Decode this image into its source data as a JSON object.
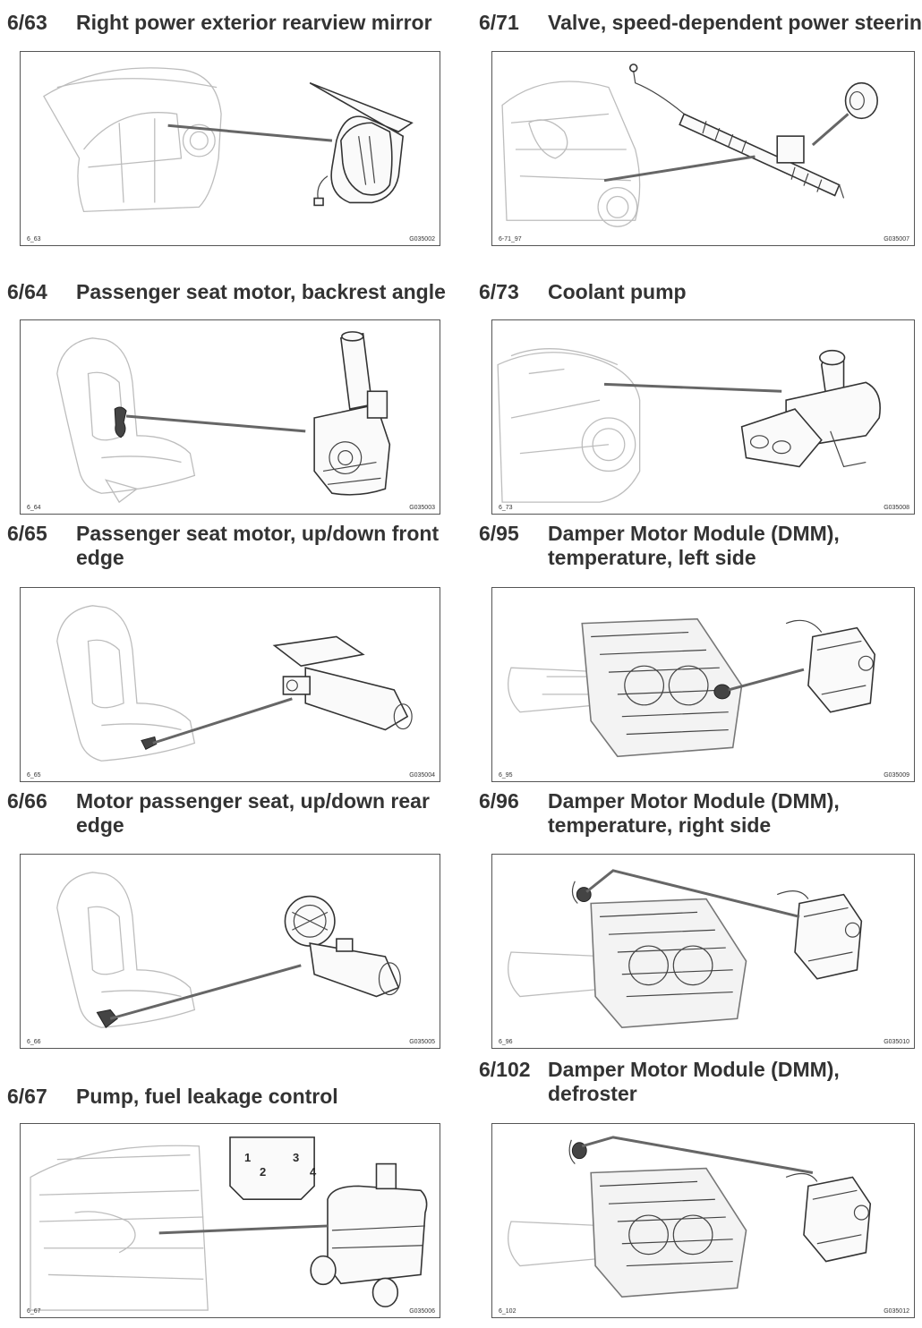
{
  "entries": [
    {
      "number": "6/63",
      "title": "Right power exterior rearview mirror",
      "ref_left": "6_63",
      "ref_right": "G035002",
      "icon": "mirror-icon"
    },
    {
      "number": "6/71",
      "title": "Valve, speed-dependent power steering",
      "ref_left": "6-71_97",
      "ref_right": "G035007",
      "icon": "steering-valve-icon"
    },
    {
      "number": "6/64",
      "title": "Passenger seat motor, backrest angle",
      "ref_left": "6_64",
      "ref_right": "G035003",
      "icon": "seat-motor-icon"
    },
    {
      "number": "6/73",
      "title": "Coolant pump",
      "ref_left": "6_73",
      "ref_right": "G035008",
      "icon": "coolant-pump-icon"
    },
    {
      "number": "6/65",
      "title": "Passenger seat motor, up/down front edge",
      "ref_left": "6_65",
      "ref_right": "G035004",
      "icon": "seat-motor-icon"
    },
    {
      "number": "6/95",
      "title": "Damper Motor Module (DMM), temperature, left side",
      "ref_left": "6_95",
      "ref_right": "G035009",
      "icon": "damper-motor-icon"
    },
    {
      "number": "6/66",
      "title": "Motor passenger seat, up/down rear edge",
      "ref_left": "6_66",
      "ref_right": "G035005",
      "icon": "seat-motor-icon"
    },
    {
      "number": "6/96",
      "title": "Damper Motor Module (DMM), temperature, right side",
      "ref_left": "6_96",
      "ref_right": "G035010",
      "icon": "damper-motor-icon"
    },
    {
      "number": "6/67",
      "title": "Pump, fuel leakage control",
      "ref_left": "6_67",
      "ref_right": "G035006",
      "icon": "fuel-pump-icon",
      "pins": [
        "1",
        "2",
        "3",
        "4"
      ]
    },
    {
      "number": "6/102",
      "title": "Damper Motor Module (DMM), defroster",
      "ref_left": "6_102",
      "ref_right": "G035012",
      "icon": "damper-motor-icon"
    }
  ]
}
